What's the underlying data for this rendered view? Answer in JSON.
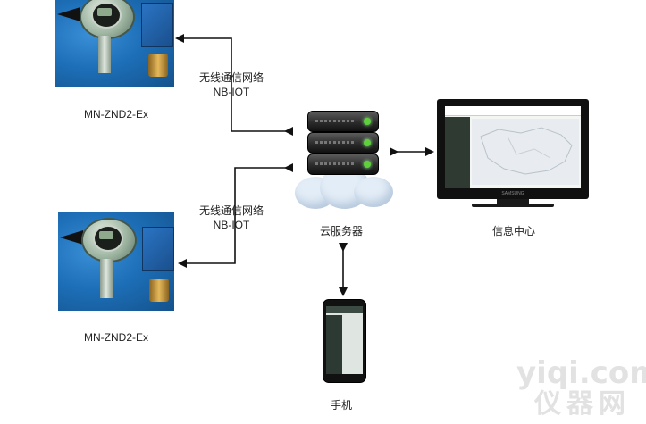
{
  "devices": {
    "top": {
      "caption": "MN-ZND2-Ex",
      "link_label_line1": "无线通信网络",
      "link_label_line2": "NB-IOT"
    },
    "bottom": {
      "caption": "MN-ZND2-Ex",
      "link_label_line1": "无线通信网络",
      "link_label_line2": "NB-IOT"
    }
  },
  "server": {
    "caption": "云服务器"
  },
  "monitor": {
    "caption": "信息中心",
    "brand": "SAMSUNG"
  },
  "phone": {
    "caption": "手机"
  },
  "watermark": {
    "line1": "yiqi.com",
    "line2": "仪器网"
  },
  "colors": {
    "photo_background": "#1d6fb8",
    "arrow": "#111111",
    "cloud": "#e3edf7",
    "server_led": "#5dd03a"
  }
}
